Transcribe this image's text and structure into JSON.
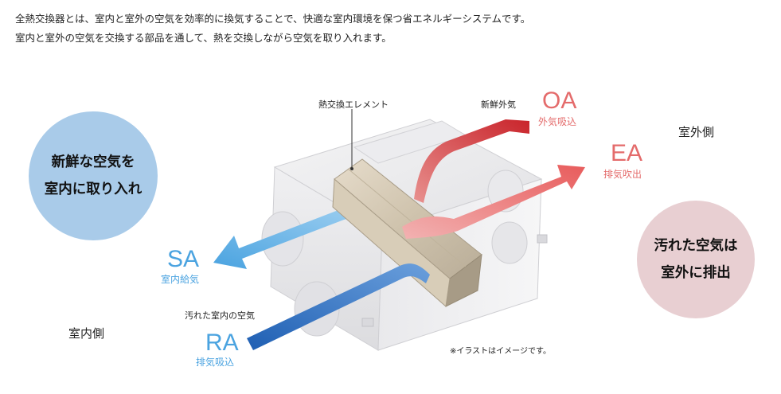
{
  "intro": {
    "line1": "全熱交換器とは、室内と室外の空気を効率的に換気することで、快適な室内環境を保つ省エネルギーシステムです。",
    "line2": "室内と室外の空気を交換する部品を通して、熱を交換しながら空気を取り入れます。"
  },
  "indoor_circle": {
    "line1": "新鮮な空気を",
    "line2": "室内に取り入れ"
  },
  "outdoor_circle": {
    "line1": "汚れた空気は",
    "line2": "室外に排出"
  },
  "sides": {
    "indoor": "室内側",
    "outdoor": "室外側"
  },
  "element_label": "熱交換エレメント",
  "streams": {
    "oa": {
      "code": "OA",
      "label": "外気吸込",
      "caption": "新鮮外気"
    },
    "ea": {
      "code": "EA",
      "label": "排気吹出"
    },
    "sa": {
      "code": "SA",
      "label": "室内給気"
    },
    "ra": {
      "code": "RA",
      "label": "排気吸込",
      "caption": "汚れた室内の空気"
    }
  },
  "note": "※イラストはイメージです。",
  "colors": {
    "fresh_blue": "#4aa3e0",
    "dirty_blue": "#1f5fb3",
    "fresh_red": "#c9242b",
    "exhaust_red": "#e85c5c",
    "circle_blue": "#a9cbe9",
    "circle_pink": "#e8cfd2"
  }
}
